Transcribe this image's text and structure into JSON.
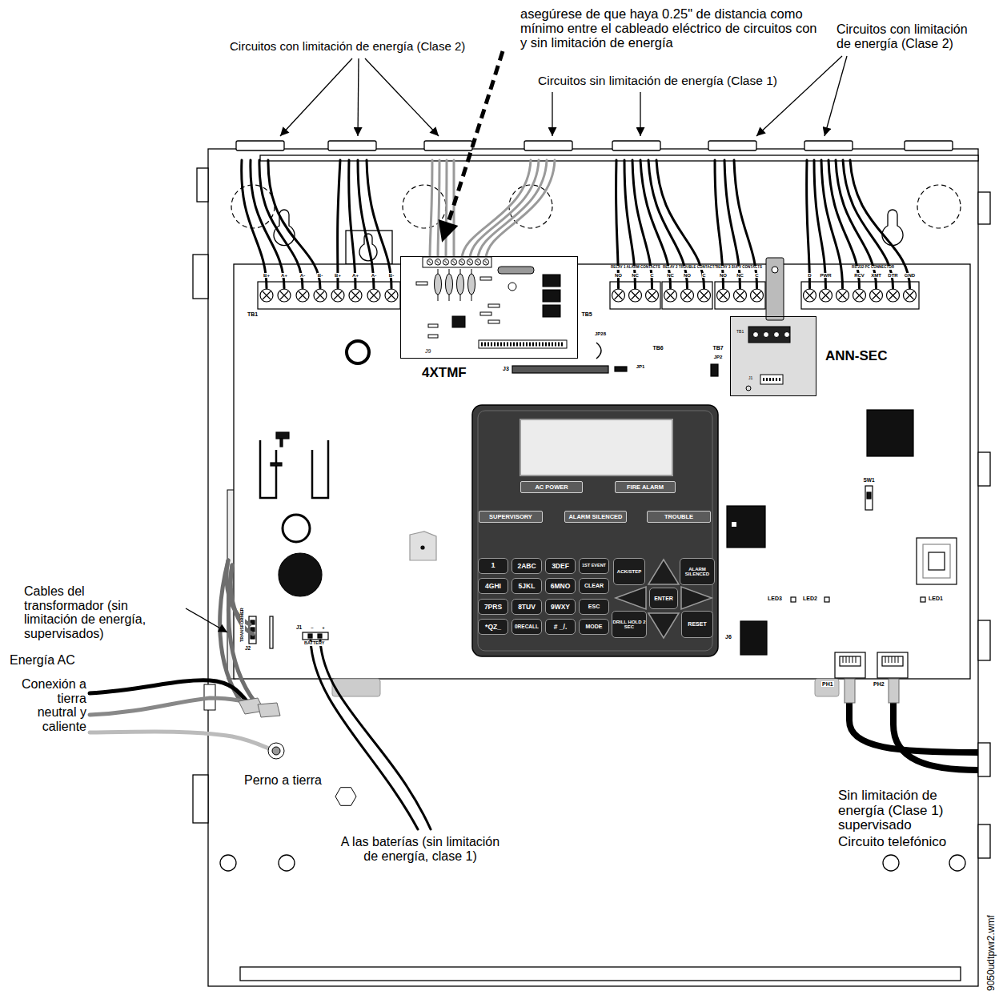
{
  "diagram": {
    "nodes": [
      {
        "text": [
          "J9",
          "4XTMF"
        ]
      },
      {
        "text": [
          "TB1",
          "J1",
          "ANN-SEC"
        ]
      },
      {
        "text": [
          "AC POWER"
        ]
      },
      {
        "text": [
          "FIRE ALARM"
        ]
      },
      {
        "text": [
          "SUPERVISORY"
        ]
      },
      {
        "text": [
          "ALARM SILENCED"
        ]
      },
      {
        "text": [
          "TROUBLE"
        ]
      },
      {
        "text": [
          "1"
        ]
      },
      {
        "text": [
          "2ABC"
        ]
      },
      {
        "text": [
          "3DEF"
        ]
      },
      {
        "text": [
          "1ST EVENT"
        ]
      },
      {
        "text": [
          "ACK/STEP"
        ]
      },
      {
        "text": [
          "ALARM SILENCED"
        ]
      },
      {
        "text": [
          "4GHI"
        ]
      },
      {
        "text": [
          "5JKL"
        ]
      },
      {
        "text": [
          "6MNO"
        ]
      },
      {
        "text": [
          "CLEAR"
        ]
      },
      {
        "text": [
          "ENTER"
        ]
      },
      {
        "text": [
          "7PRS"
        ]
      },
      {
        "text": [
          "8TUV"
        ]
      },
      {
        "text": [
          "9WXY"
        ]
      },
      {
        "text": [
          "ESC"
        ]
      },
      {
        "text": [
          "*QZ_"
        ]
      },
      {
        "text": [
          "0RECALL"
        ]
      },
      {
        "text": [
          "# _/."
        ]
      },
      {
        "text": [
          "MODE"
        ]
      },
      {
        "text": [
          "DRILL HOLD 2 SEC"
        ]
      },
      {
        "text": [
          "RESET"
        ]
      }
    ],
    "labels": [
      "asegúrese de que haya 0.25\" de distancia como mínimo entre el cableado eléctrico de circuitos con y sin limitación de energía",
      "Circuitos con limitación de energía (Clase 2)",
      "Circuitos sin limitación de energía (Clase 1)",
      "Circuitos con limitación de energía (Clase 2)",
      "B+",
      "A+",
      "A-",
      "B-",
      "B+",
      "A+",
      "A-",
      "B-",
      "TB1",
      "TB5",
      "JP28",
      "J3",
      "JP1",
      "RELAY 1 ALARM CONTACTS",
      "NO",
      "NC",
      "C",
      "TB6",
      "RELAY 2 TROUBLE CONTACTS",
      "NC",
      "NO",
      "C",
      "RELAY 3 SUPV CONTACTS",
      "NO",
      "NC",
      "C",
      "TB7",
      "JP2",
      "D",
      "PWR",
      "RS-232 PC CONNECTOR",
      "RCV",
      "XMT",
      "DTR",
      "GND",
      "SW1",
      "LED3",
      "LED2",
      "LED1",
      "J6",
      "PH1",
      "PH2",
      "Cables del transformador (sin limitación de energía, supervisados)",
      "TRANSFORMER",
      "J2",
      "J1",
      "–",
      "+",
      "BATTERY",
      "Energía AC",
      "Conexión a tierra neutral y caliente",
      "Perno a tierra",
      "A las baterías (sin limitación de energía, clase 1)",
      "Sin limitación de energía (Clase 1) supervisado",
      "Circuito telefónico",
      "9050udtpwr2.wmf"
    ]
  }
}
